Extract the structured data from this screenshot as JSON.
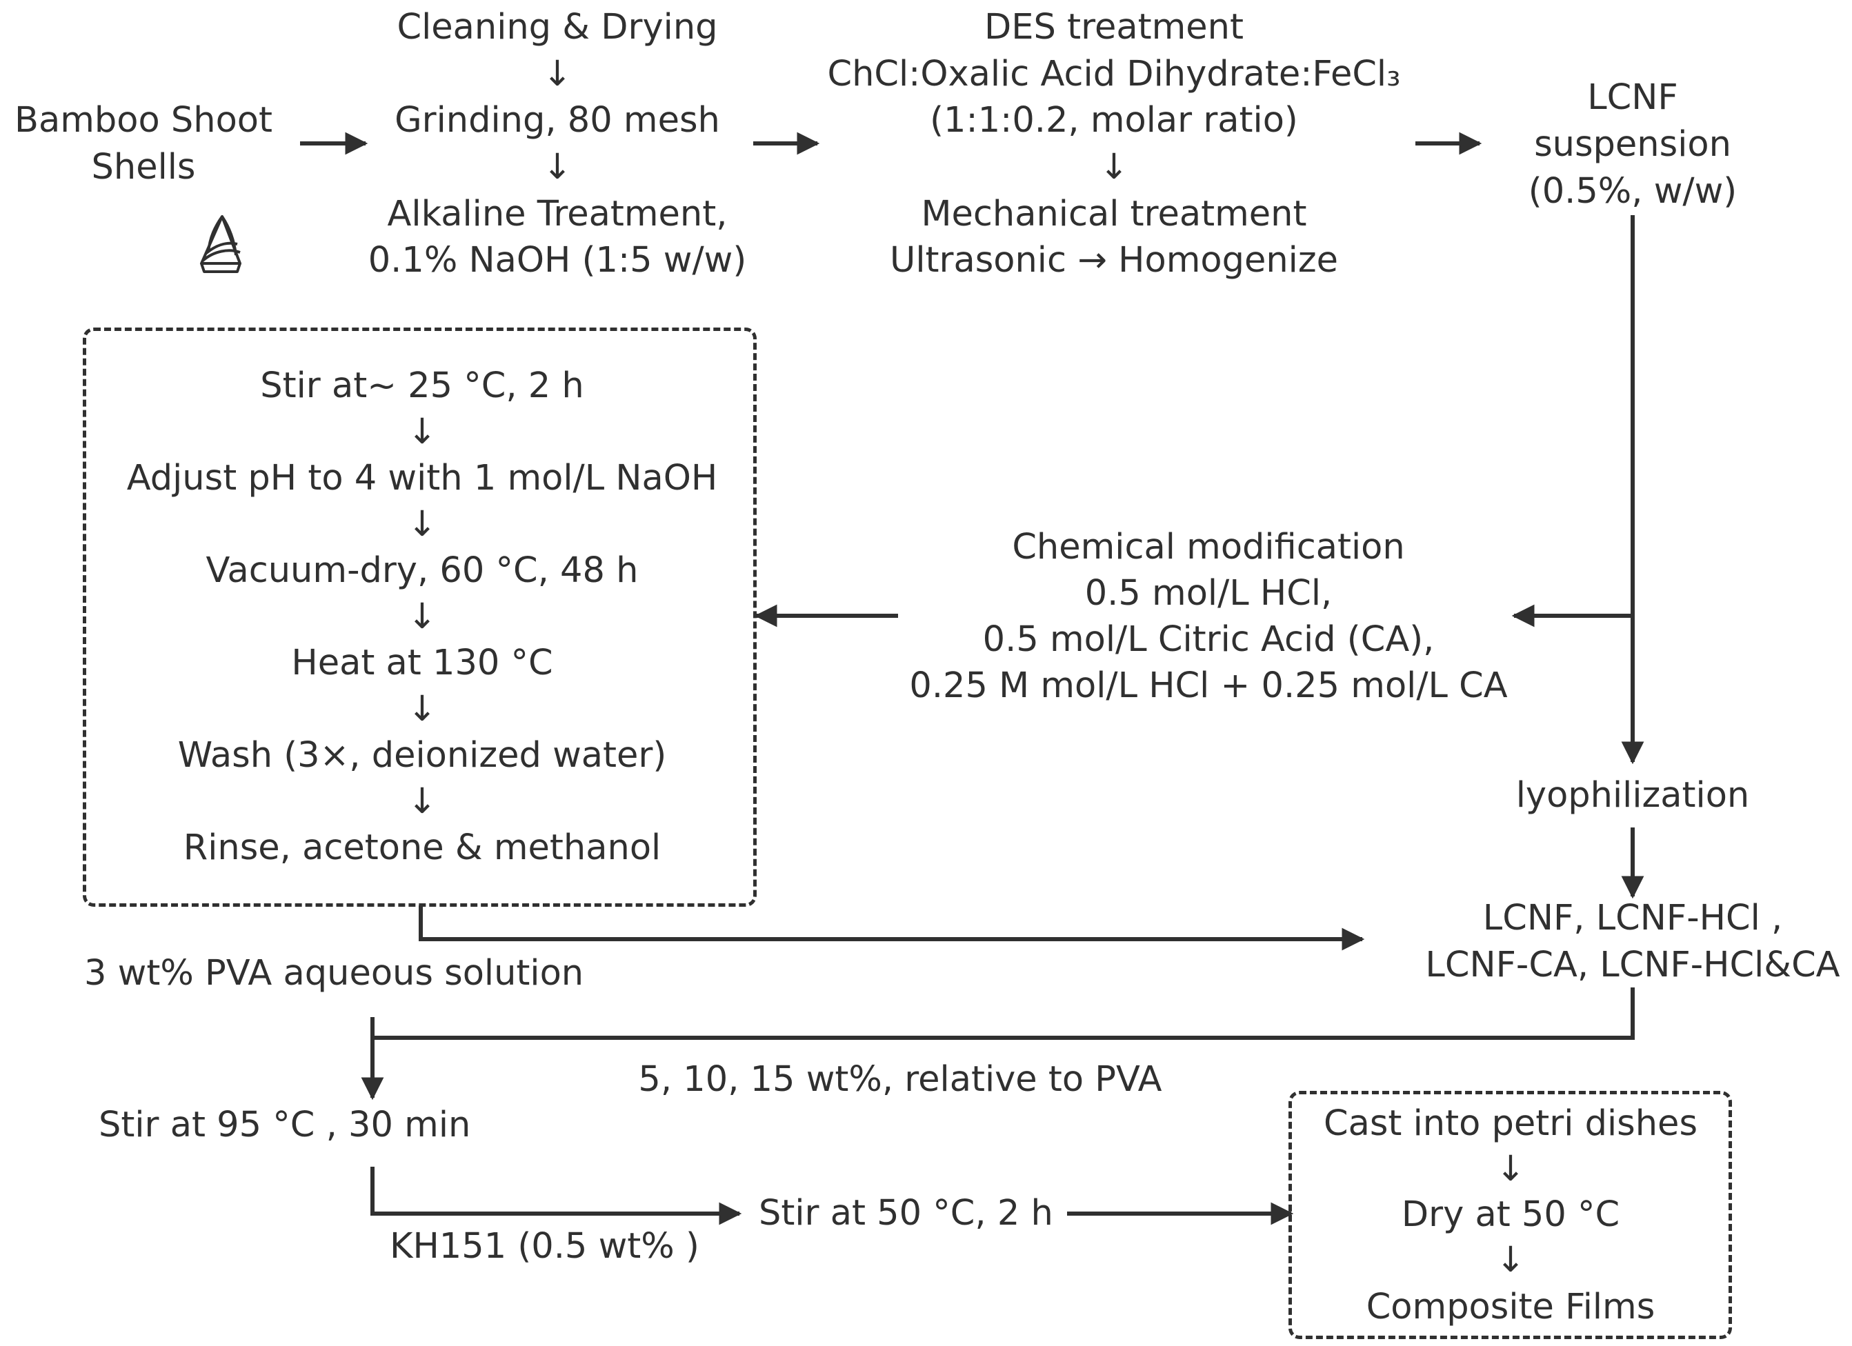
{
  "source": {
    "line1": "Bamboo Shoot",
    "line2": "Shells",
    "icon": "bamboo-shoot-icon"
  },
  "pretreatment": {
    "step1": "Cleaning & Drying",
    "arrow1": "↓",
    "step2": "Grinding, 80 mesh",
    "arrow2": "↓",
    "step3_line1": "Alkaline Treatment,",
    "step3_line2": "0.1% NaOH (1:5 w/w)"
  },
  "des": {
    "title": "DES treatment",
    "reagents": "ChCl:Oxalic Acid Dihydrate:FeCl₃",
    "ratio": "(1:1:0.2, molar ratio)",
    "arrow": "↓",
    "mech_title": "Mechanical treatment",
    "mech_steps": "Ultrasonic  → Homogenize"
  },
  "lcnf": {
    "line1": "LCNF",
    "line2": "suspension",
    "line3": "(0.5%,  w/w)"
  },
  "chem_mod": {
    "title": "Chemical modification",
    "opt1": "0.5 mol/L HCl,",
    "opt2": "0.5 mol/L Citric Acid (CA),",
    "opt3": "0.25 M mol/L HCl + 0.25 mol/L CA"
  },
  "mod_steps": [
    {
      "text": "Stir at~ 25 °C,  2 h"
    },
    {
      "text": "↓"
    },
    {
      "text": "Adjust pH to 4 with 1 mol/L NaOH"
    },
    {
      "text": "↓"
    },
    {
      "text": "Vacuum-dry, 60 °C,   48 h"
    },
    {
      "text": "↓"
    },
    {
      "text": "Heat at 130 °C"
    },
    {
      "text": "↓"
    },
    {
      "text": "Wash (3×, deionized water)"
    },
    {
      "text": "↓"
    },
    {
      "text": "Rinse, acetone & methanol"
    }
  ],
  "lyophilization": "lyophilization",
  "products": {
    "line1": "LCNF, LCNF-HCl ,",
    "line2": "LCNF-CA, LCNF-HCl&CA"
  },
  "pva": "3 wt% PVA aqueous solution",
  "loading": "5, 10, 15 wt%, relative to PVA",
  "stir95": "Stir at 95 °C , 30 min",
  "kh151": "KH151 (0.5 wt% )",
  "stir50": "Stir at 50 °C, 2 h",
  "film": {
    "step1": "Cast into petri dishes",
    "arrow1": "↓",
    "step2": "Dry at 50 °C",
    "arrow2": "↓",
    "step3": "Composite Films"
  },
  "colors": {
    "line": "#303030",
    "text": "#303030",
    "background": "#ffffff"
  }
}
